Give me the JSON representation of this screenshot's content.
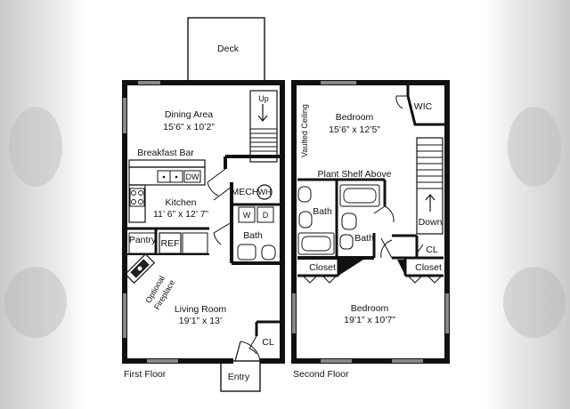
{
  "first_floor": {
    "caption": "First Floor",
    "deck": "Deck",
    "up": "Up",
    "dining_area": "Dining Area",
    "dining_dims": "15’6” x 10’2”",
    "breakfast_bar": "Breakfast Bar",
    "dw": "DW",
    "kitchen": "Kitchen",
    "kitchen_dims": "11’ 6” x 12’ 7”",
    "mech": "MECH",
    "wh": "WH",
    "w": "W",
    "d": "D",
    "bath": "Bath",
    "pantry": "Pantry",
    "ref": "REF",
    "optional": "Optional",
    "fireplace": "Fireplace",
    "living_room": "Living Room",
    "living_dims": "19’1” x 13’",
    "cl": "CL",
    "entry": "Entry"
  },
  "second_floor": {
    "caption": "Second Floor",
    "vaulted_ceiling": "Vaulted Ceiling",
    "bedroom1": "Bedroom",
    "bedroom1_dims": "15’6” x 12’5”",
    "wic": "WIC",
    "plant_shelf": "Plant Shelf Above",
    "bath1": "Bath",
    "bath2": "Bath",
    "down": "Down",
    "cl": "CL",
    "closet1": "Closet",
    "closet2": "Closet",
    "bedroom2": "Bedroom",
    "bedroom2_dims": "19’1” x 10’7”"
  },
  "colors": {
    "wall": "#111111",
    "background": "#ffffff"
  }
}
